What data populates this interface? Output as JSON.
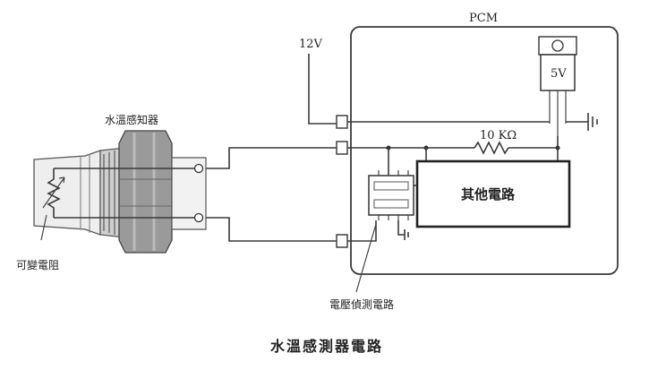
{
  "labels": {
    "pcm": "PCM",
    "supply_12v": "12V",
    "regulator_5v": "5V",
    "resistor_value": "10 KΩ",
    "other_circuit": "其他電路",
    "sensor": "水溫感知器",
    "variable_resistor": "可變電阻",
    "voltage_detect": "電壓偵測電路",
    "caption": "水溫感測器電路"
  }
}
